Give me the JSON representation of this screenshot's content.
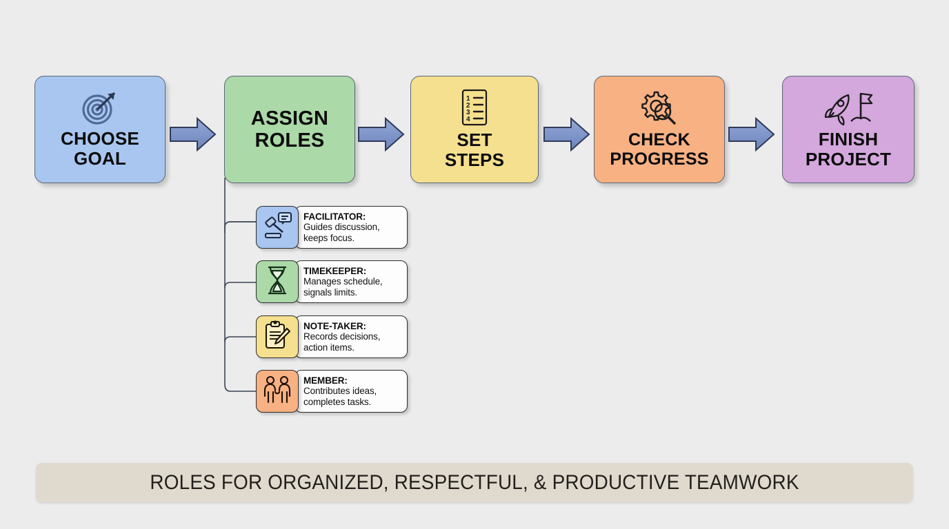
{
  "background_color": "#ececed",
  "flow": {
    "arrow_fill": "#7e95c9",
    "arrow_stroke": "#2f3a57",
    "steps": [
      {
        "label": "CHOOSE\nGOAL",
        "color": "#a8c6ef",
        "icon": "target-arrow-icon"
      },
      {
        "label": "ASSIGN\nROLES",
        "color": "#abd9a8",
        "icon": "none"
      },
      {
        "label": "SET\nSTEPS",
        "color": "#f5e08f",
        "icon": "numbered-list-icon"
      },
      {
        "label": "CHECK\nPROGRESS",
        "color": "#f7b183",
        "icon": "gear-magnifier-icon"
      },
      {
        "label": "FINISH\nPROJECT",
        "color": "#d4a7dd",
        "icon": "rocket-flag-icon"
      }
    ]
  },
  "roles": [
    {
      "title": "FACILITATOR:",
      "desc": "Guides discussion,\nkeeps focus.",
      "color": "#a8c6ef",
      "icon": "gavel-speech-icon"
    },
    {
      "title": "TIMEKEEPER:",
      "desc": "Manages schedule,\nsignals limits.",
      "color": "#abd9a8",
      "icon": "hourglass-icon"
    },
    {
      "title": "NOTE-TAKER:",
      "desc": "Records decisions,\naction items.",
      "color": "#f5e08f",
      "icon": "clipboard-pencil-icon"
    },
    {
      "title": "MEMBER:",
      "desc": "Contributes ideas,\ncompletes tasks.",
      "color": "#f7b183",
      "icon": "two-people-icon"
    }
  ],
  "banner": {
    "text": "ROLES FOR ORGANIZED, RESPECTFUL, & PRODUCTIVE TEAMWORK",
    "color": "#e0dace"
  },
  "icon_list_numbers": [
    "1",
    "2",
    "3",
    "4"
  ]
}
